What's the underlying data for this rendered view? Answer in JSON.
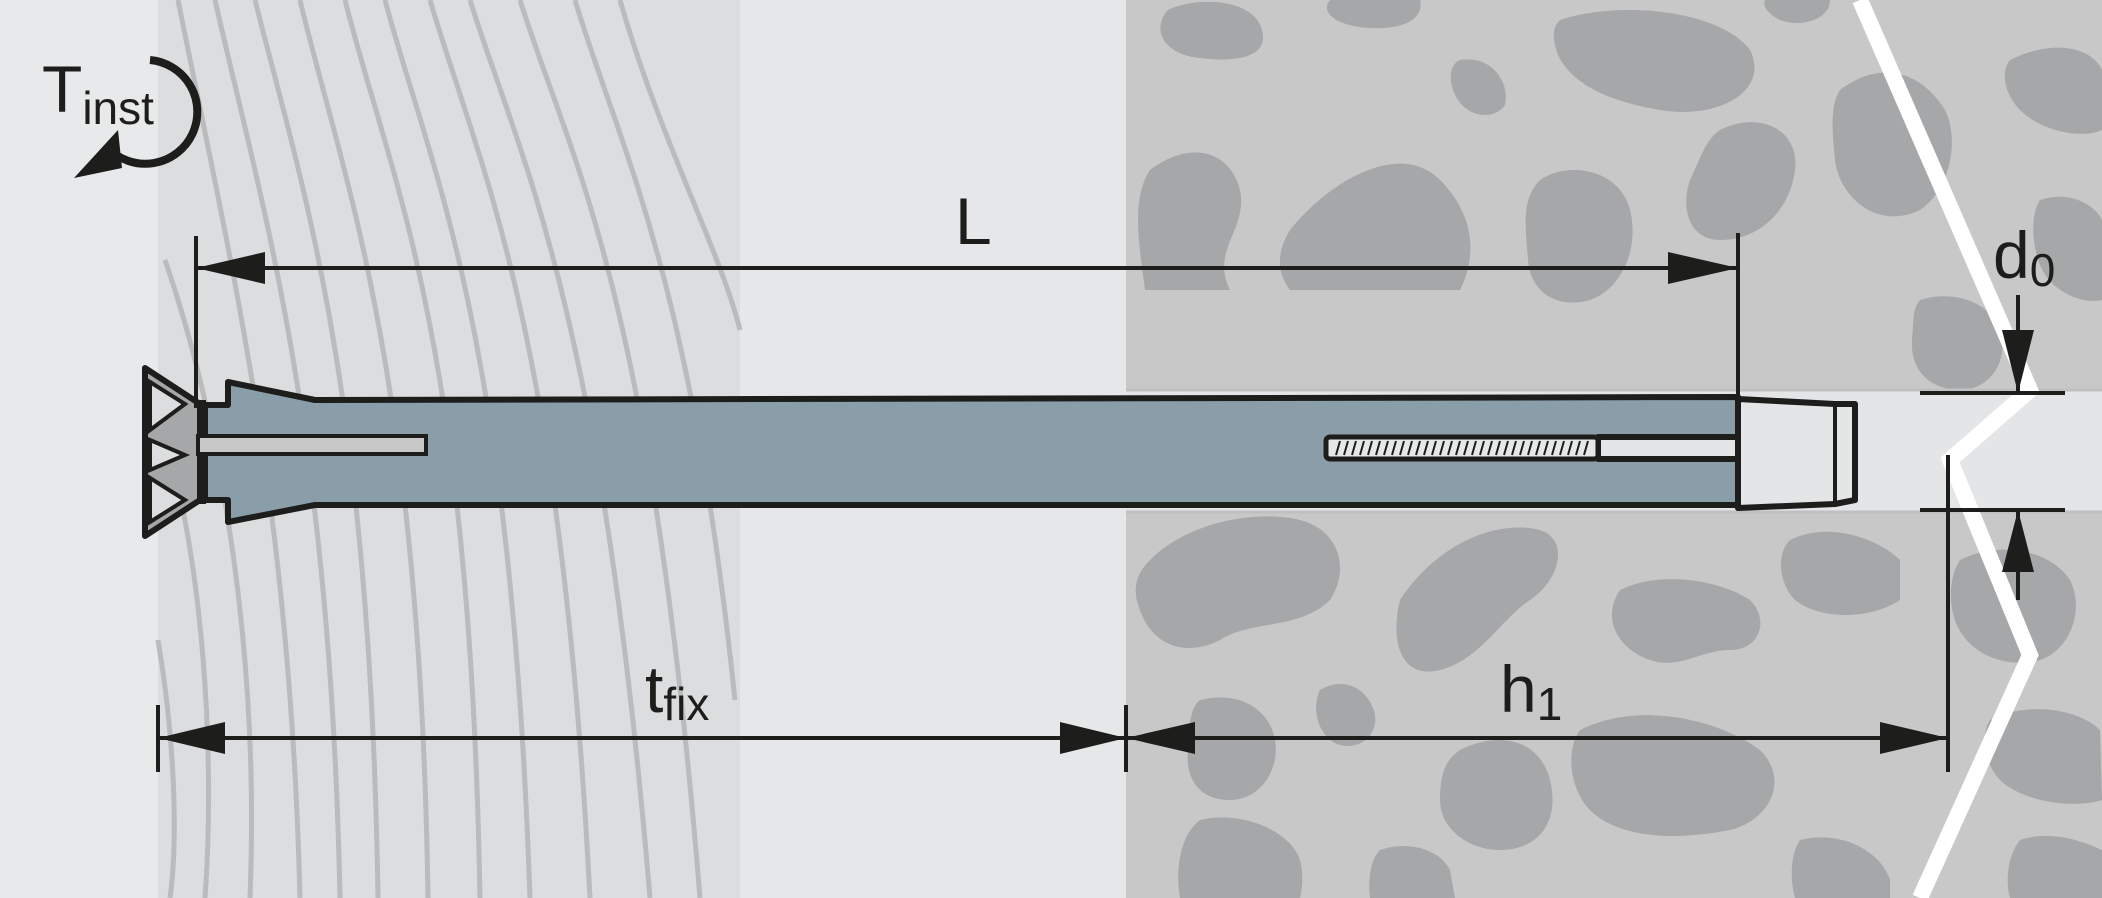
{
  "labels": {
    "torque": "T",
    "torque_sub": "inst",
    "length": "L",
    "fixture_thickness": "t",
    "fixture_thickness_sub": "fix",
    "hole_depth": "h",
    "hole_depth_sub": "1",
    "drill_diameter": "d",
    "drill_diameter_sub": "0"
  },
  "colors": {
    "wall_left": "#e8e9ea",
    "wood_panel": "#dcdddf",
    "wood_grain": "#b9bbbc",
    "gap_panel": "#e6e7e8",
    "concrete": "#c8c8c9",
    "aggregate": "#a6a7a9",
    "anchor_body": "#8a9ea9",
    "outline": "#1d1d1b",
    "drill_hole": "#e4e5e6",
    "break_line": "#ffffff"
  }
}
